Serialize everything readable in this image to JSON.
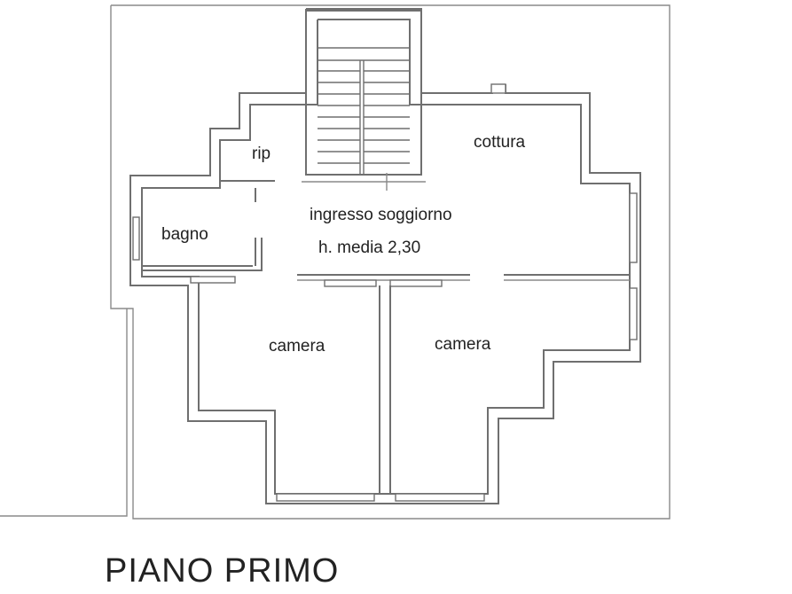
{
  "rooms": {
    "rip": "rip",
    "cottura": "cottura",
    "soggiorno": "ingresso soggiorno",
    "height_note": "h. media 2,30",
    "bagno": "bagno",
    "camera_left": "camera",
    "camera_right": "camera"
  },
  "footer": {
    "title": "PIANO PRIMO"
  }
}
